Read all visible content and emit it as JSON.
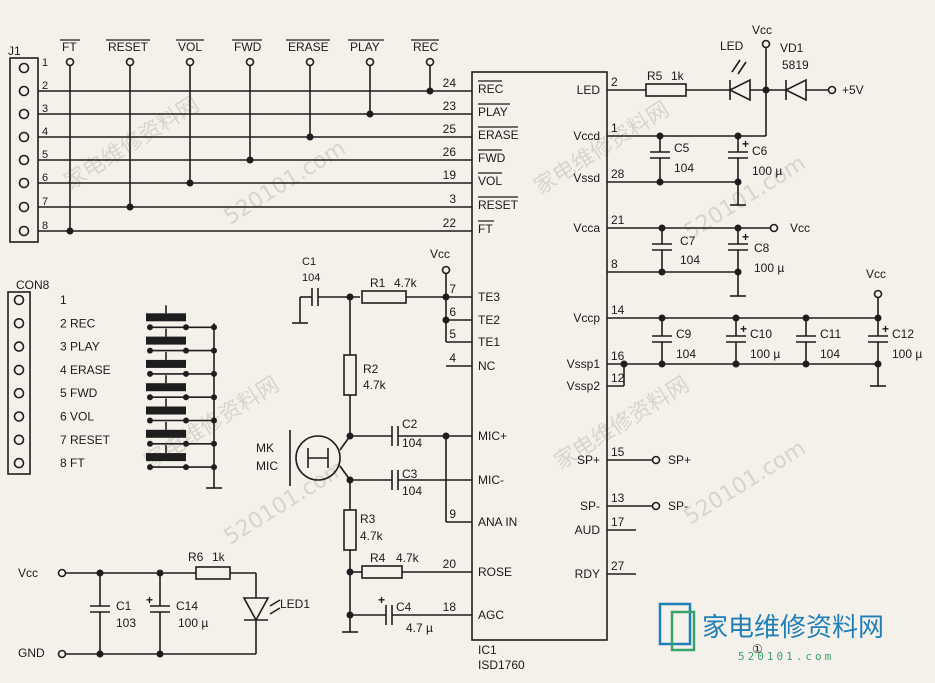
{
  "connector_j1": {
    "name": "J1",
    "pins": [
      "1",
      "2",
      "3",
      "4",
      "5",
      "6",
      "7",
      "8"
    ]
  },
  "connector_con8": {
    "name": "CON8",
    "pins": [
      "1",
      "2 REC",
      "3 PLAY",
      "4 ERASE",
      "5 FWD",
      "6 VOL",
      "7 RESET",
      "8 FT"
    ]
  },
  "top_signals": [
    "FT",
    "RESET",
    "VOL",
    "FWD",
    "ERASE",
    "PLAY",
    "REC"
  ],
  "ic": {
    "name": "IC1",
    "part": "ISD1760",
    "left_pins": [
      {
        "num": "24",
        "label": "REC"
      },
      {
        "num": "23",
        "label": "PLAY"
      },
      {
        "num": "25",
        "label": "ERASE"
      },
      {
        "num": "26",
        "label": "FWD"
      },
      {
        "num": "19",
        "label": "VOL"
      },
      {
        "num": "3",
        "label": "RESET"
      },
      {
        "num": "22",
        "label": "FT"
      },
      {
        "num": "7",
        "label": "TE3"
      },
      {
        "num": "6",
        "label": "TE2"
      },
      {
        "num": "5",
        "label": "TE1"
      },
      {
        "num": "4",
        "label": "NC"
      },
      {
        "num": "",
        "label": "MIC+"
      },
      {
        "num": "",
        "label": "MIC-"
      },
      {
        "num": "9",
        "label": "ANA IN"
      },
      {
        "num": "20",
        "label": "ROSE"
      },
      {
        "num": "18",
        "label": "AGC"
      }
    ],
    "right_pins": [
      {
        "num": "2",
        "label": "LED"
      },
      {
        "num": "1",
        "label": "Vccd"
      },
      {
        "num": "28",
        "label": "Vssd"
      },
      {
        "num": "21",
        "label": "Vcca"
      },
      {
        "num": "8",
        "label": ""
      },
      {
        "num": "14",
        "label": "Vccp"
      },
      {
        "num": "16",
        "label": "Vssp1"
      },
      {
        "num": "12",
        "label": "Vssp2"
      },
      {
        "num": "15",
        "label": "SP+"
      },
      {
        "num": "13",
        "label": "SP-"
      },
      {
        "num": "17",
        "label": "AUD"
      },
      {
        "num": "27",
        "label": "RDY"
      }
    ]
  },
  "components": {
    "c1_top": {
      "name": "C1",
      "value": "104"
    },
    "r1": {
      "name": "R1",
      "value": "4.7k"
    },
    "r2": {
      "name": "R2",
      "value": "4.7k"
    },
    "r3": {
      "name": "R3",
      "value": "4.7k"
    },
    "r4": {
      "name": "R4",
      "value": "4.7k"
    },
    "c2": {
      "name": "C2",
      "value": "104"
    },
    "c3": {
      "name": "C3",
      "value": "104"
    },
    "c4": {
      "name": "C4",
      "value": "4.7 µ"
    },
    "mic": {
      "name": "MK",
      "value": "MIC"
    },
    "r5": {
      "name": "R5",
      "value": "1k"
    },
    "led": {
      "name": "LED"
    },
    "vd1": {
      "name": "VD1",
      "value": "5819"
    },
    "c5": {
      "name": "C5",
      "value": "104"
    },
    "c6": {
      "name": "C6",
      "value": "100 µ"
    },
    "c7": {
      "name": "C7",
      "value": "104"
    },
    "c8": {
      "name": "C8",
      "value": "100 µ"
    },
    "c9": {
      "name": "C9",
      "value": "104"
    },
    "c10": {
      "name": "C10",
      "value": "100 µ"
    },
    "c11": {
      "name": "C11",
      "value": "104"
    },
    "c12": {
      "name": "C12",
      "value": "100 µ"
    },
    "c1_bottom": {
      "name": "C1",
      "value": "103"
    },
    "c14": {
      "name": "C14",
      "value": "100 µ"
    },
    "r6": {
      "name": "R6",
      "value": "1k"
    },
    "led1": {
      "name": "LED1"
    }
  },
  "nets": {
    "vcc": "Vcc",
    "plus5v": "+5V",
    "gnd": "GND",
    "sp_plus": "SP+",
    "sp_minus": "SP-"
  },
  "watermark": {
    "text": "家电维修资料网",
    "domain": "520101.com",
    "logo_cn": "家电维修资料网",
    "logo_domain": "520101.com",
    "figure_number": "①"
  }
}
